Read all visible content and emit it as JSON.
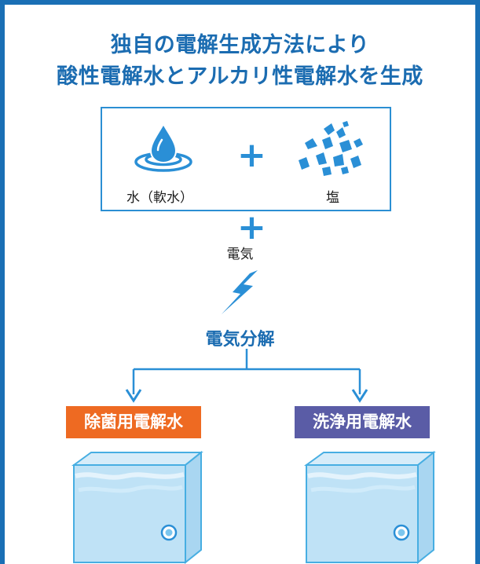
{
  "title": {
    "line1": "独自の電解生成方法により",
    "line2": "酸性電解水とアルカリ性電解水を生成"
  },
  "inputs": {
    "water_label": "水（軟水）",
    "salt_label": "塩"
  },
  "electricity_label": "電気",
  "process_label": "電気分解",
  "outputs": {
    "left_label": "除菌用電解水",
    "right_label": "洗浄用電解水"
  },
  "colors": {
    "frame": "#1a6fb5",
    "title": "#1b6cb1",
    "accent_blue": "#2a8fd6",
    "orange": "#ee6a22",
    "purple": "#5a5ca6"
  },
  "icons": [
    "water-drop-icon",
    "plus-icon",
    "salt-crystals-icon",
    "lightning-bolt-icon",
    "arrow-down-icon",
    "water-tank-icon"
  ]
}
